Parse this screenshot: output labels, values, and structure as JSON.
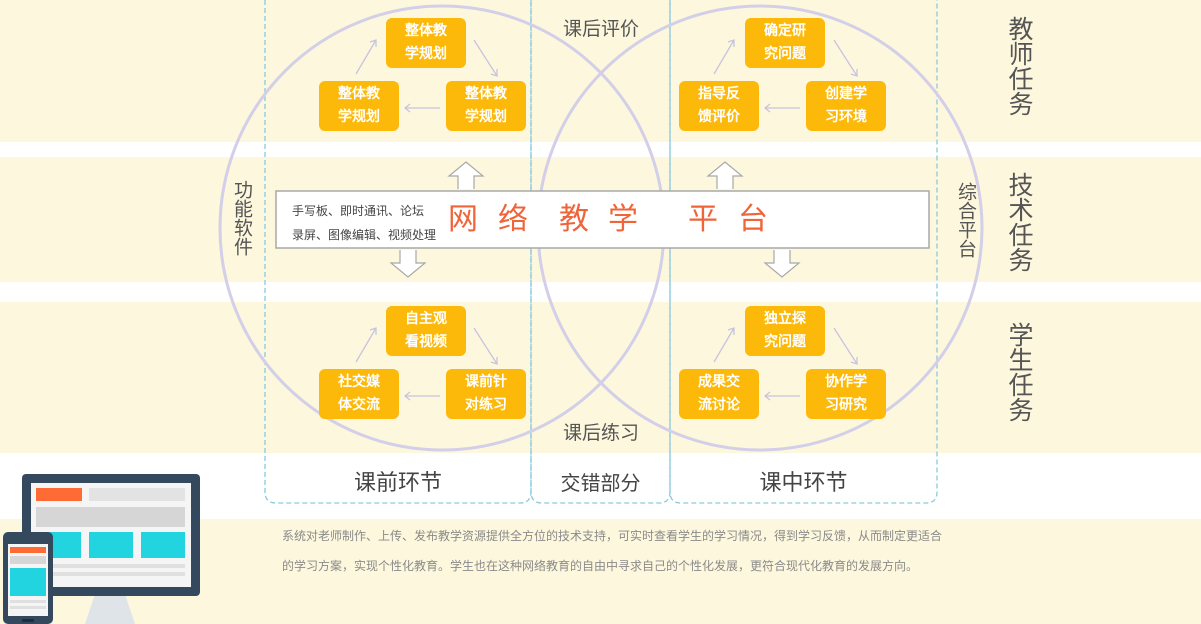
{
  "roles": {
    "teacher_task": "教师任务",
    "tech_task": "技术任务",
    "student_task": "学生任务"
  },
  "side_labels": {
    "function_software": "功能软件",
    "integrated_platform": "综合平台"
  },
  "circle_labels": {
    "post_class_evaluation": "课后评价",
    "post_class_practice": "课后练习"
  },
  "segments": {
    "pre_class": "课前环节",
    "overlap": "交错部分",
    "in_class": "课中环节"
  },
  "platform": {
    "tools_line1": "手写板、即时通讯、论坛",
    "tools_line2": "录屏、图像编辑、视频处理",
    "title_chars": [
      "网",
      "络",
      "教",
      "学",
      "平",
      "台"
    ]
  },
  "teacher_pre": {
    "top": [
      "整体教",
      "学规划"
    ],
    "left": [
      "整体教",
      "学规划"
    ],
    "right": [
      "整体教",
      "学规划"
    ]
  },
  "teacher_in": {
    "top": [
      "确定研",
      "究问题"
    ],
    "left": [
      "指导反",
      "馈评价"
    ],
    "right": [
      "创建学",
      "习环境"
    ]
  },
  "student_pre": {
    "top": [
      "自主观",
      "看视频"
    ],
    "left": [
      "社交媒",
      "体交流"
    ],
    "right": [
      "课前针",
      "对练习"
    ]
  },
  "student_in": {
    "top": [
      "独立探",
      "究问题"
    ],
    "left": [
      "成果交",
      "流讨论"
    ],
    "right": [
      "协作学",
      "习研究"
    ]
  },
  "description": "系统对老师制作、上传、发布教学资源提供全方位的技术支持，可实时查看学生的学习情况，得到学习反馈，从而制定更适合的学习方案，实现个性化教育。学生也在这种网络教育的自由中寻求自己的个性化发展，更符合现代化教育的发展方向。",
  "colors": {
    "band": "#fdf7dd",
    "box": "#fdb90a",
    "circle": "#d3cfe8",
    "dashed": "#8cc9dc",
    "platform_title": "#f0643a",
    "screen_orange": "#ff6b35",
    "screen_cyan": "#22d3e0",
    "device_dark": "#34495e"
  }
}
